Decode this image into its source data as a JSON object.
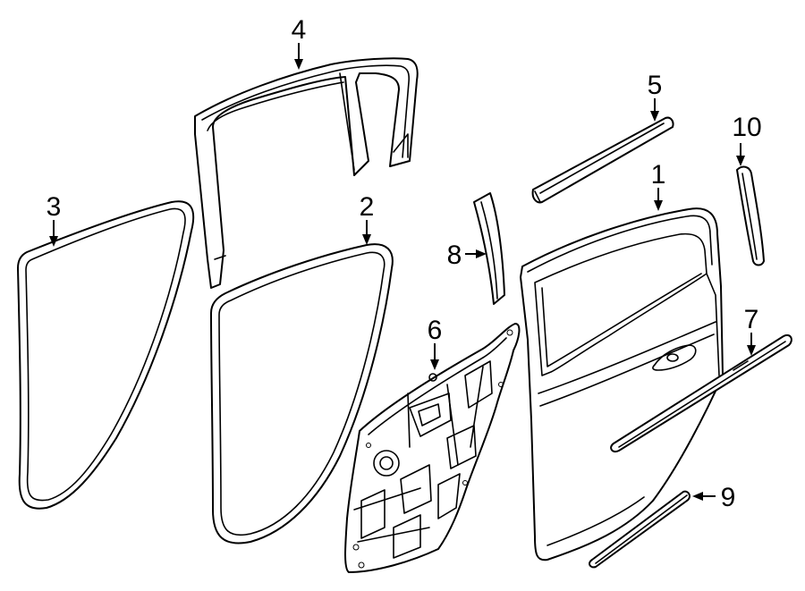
{
  "diagram": {
    "callouts": [
      {
        "id": "1",
        "label": "1",
        "part": "door-shell"
      },
      {
        "id": "2",
        "label": "2",
        "part": "door-seal-inner"
      },
      {
        "id": "3",
        "label": "3",
        "part": "door-seal-body"
      },
      {
        "id": "4",
        "label": "4",
        "part": "window-frame-seal"
      },
      {
        "id": "5",
        "label": "5",
        "part": "belt-weatherstrip-outer"
      },
      {
        "id": "6",
        "label": "6",
        "part": "window-regulator-panel"
      },
      {
        "id": "7",
        "label": "7",
        "part": "body-side-molding"
      },
      {
        "id": "8",
        "label": "8",
        "part": "pillar-applique"
      },
      {
        "id": "9",
        "label": "9",
        "part": "lower-molding"
      },
      {
        "id": "10",
        "label": "10",
        "part": "rear-trim-strip"
      }
    ]
  }
}
